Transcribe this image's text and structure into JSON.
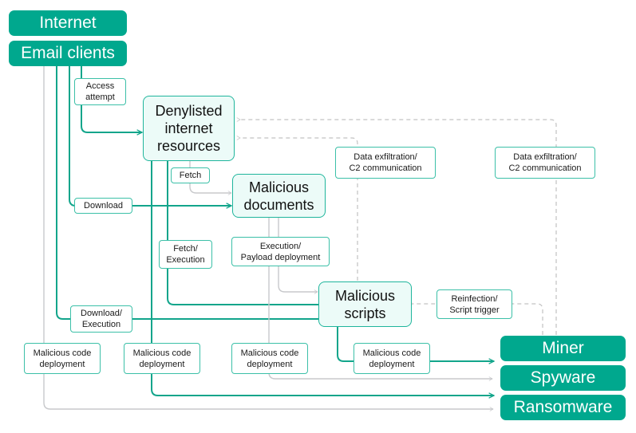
{
  "colors": {
    "teal": "#00a88e",
    "teal_line": "#12a58b",
    "node_bg": "#ecfbf8",
    "gray_line": "#c8c9cc",
    "dashed": "#c2c2c2"
  },
  "sources": {
    "internet": "Internet",
    "email_clients": "Email clients"
  },
  "nodes": {
    "denylisted": "Denylisted\ninternet\nresources",
    "documents": "Malicious\ndocuments",
    "scripts": "Malicious\nscripts"
  },
  "targets": {
    "miner": "Miner",
    "spyware": "Spyware",
    "ransomware": "Ransomware"
  },
  "labels": {
    "access_attempt": "Access\nattempt",
    "fetch": "Fetch",
    "download": "Download",
    "fetch_execution": "Fetch/\nExecution",
    "execution_payload": "Execution/\nPayload deployment",
    "download_execution": "Download/\nExecution",
    "exfil_1": "Data exfiltration/\nC2 communication",
    "exfil_2": "Data exfiltration/\nC2 communication",
    "reinfection": "Reinfection/\nScript trigger",
    "mcd_1": "Malicious code\ndeployment",
    "mcd_2": "Malicious code\ndeployment",
    "mcd_3": "Malicious code\ndeployment",
    "mcd_4": "Malicious code\ndeployment"
  }
}
